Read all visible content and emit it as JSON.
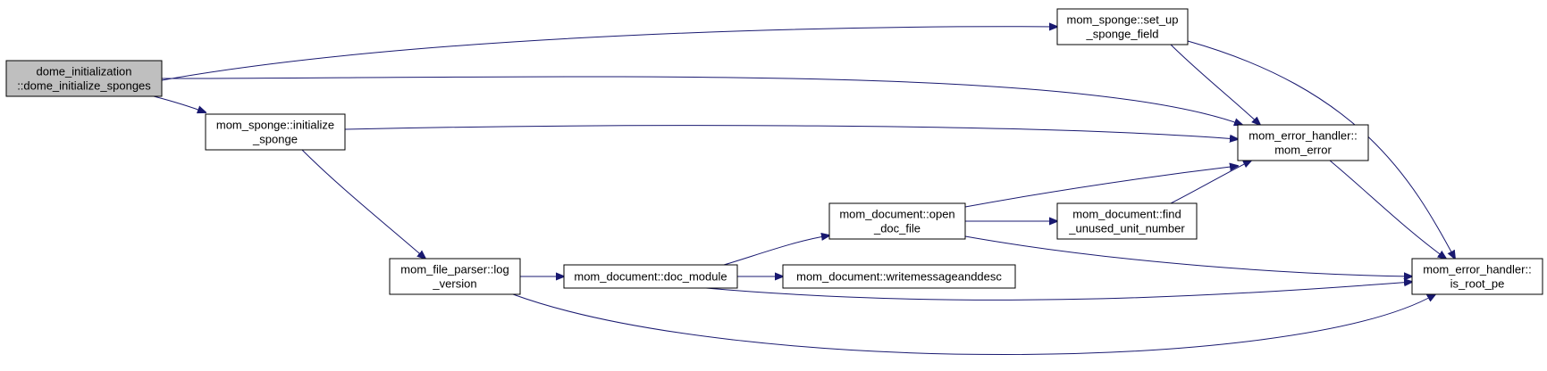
{
  "nodes": [
    {
      "id": "dome",
      "lines": [
        "dome_initialization",
        "::dome_initialize_sponges"
      ],
      "highlight": true
    },
    {
      "id": "set_up",
      "lines": [
        "mom_sponge::set_up",
        "_sponge_field"
      ]
    },
    {
      "id": "init_sponge",
      "lines": [
        "mom_sponge::initialize",
        "_sponge"
      ]
    },
    {
      "id": "mom_error",
      "lines": [
        "mom_error_handler::",
        "mom_error"
      ]
    },
    {
      "id": "open_doc",
      "lines": [
        "mom_document::open",
        "_doc_file"
      ]
    },
    {
      "id": "find_unused",
      "lines": [
        "mom_document::find",
        "_unused_unit_number"
      ]
    },
    {
      "id": "log_version",
      "lines": [
        "mom_file_parser::log",
        "_version"
      ]
    },
    {
      "id": "doc_module",
      "lines": [
        "mom_document::doc_module"
      ]
    },
    {
      "id": "writemsg",
      "lines": [
        "mom_document::writemessageanddesc"
      ]
    },
    {
      "id": "is_root_pe",
      "lines": [
        "mom_error_handler::",
        "is_root_pe"
      ]
    }
  ],
  "edges": [
    {
      "from": "dome",
      "to": "set_up"
    },
    {
      "from": "dome",
      "to": "mom_error"
    },
    {
      "from": "dome",
      "to": "init_sponge"
    },
    {
      "from": "set_up",
      "to": "mom_error"
    },
    {
      "from": "set_up",
      "to": "is_root_pe"
    },
    {
      "from": "init_sponge",
      "to": "mom_error"
    },
    {
      "from": "init_sponge",
      "to": "log_version"
    },
    {
      "from": "mom_error",
      "to": "is_root_pe"
    },
    {
      "from": "log_version",
      "to": "doc_module"
    },
    {
      "from": "log_version",
      "to": "is_root_pe"
    },
    {
      "from": "doc_module",
      "to": "open_doc"
    },
    {
      "from": "doc_module",
      "to": "writemsg"
    },
    {
      "from": "doc_module",
      "to": "is_root_pe"
    },
    {
      "from": "open_doc",
      "to": "mom_error"
    },
    {
      "from": "open_doc",
      "to": "find_unused"
    },
    {
      "from": "open_doc",
      "to": "is_root_pe"
    },
    {
      "from": "find_unused",
      "to": "mom_error"
    }
  ]
}
